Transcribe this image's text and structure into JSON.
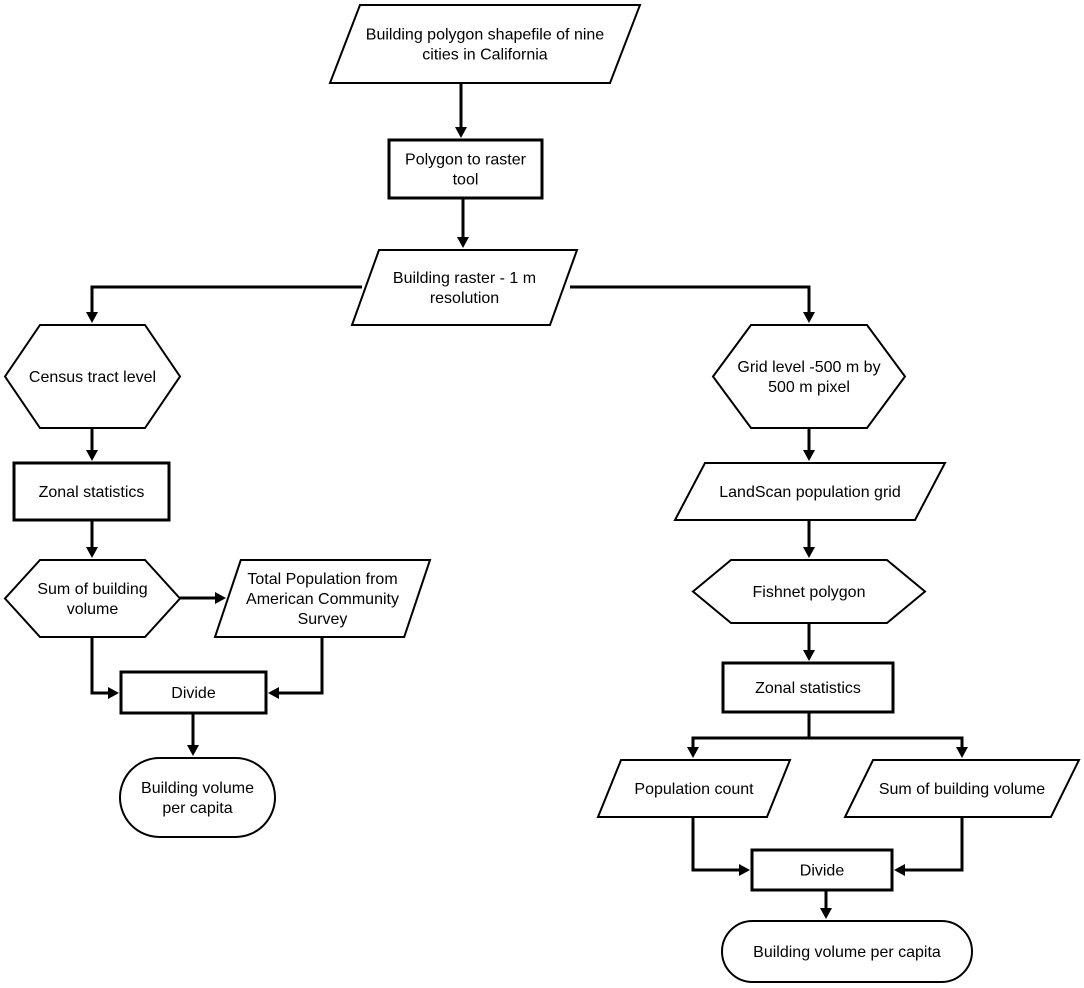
{
  "nodes": {
    "input_shapefile": {
      "shape": "parallelogram",
      "lines": [
        "Building polygon shapefile of nine",
        "cities in California"
      ]
    },
    "polygon_to_raster": {
      "shape": "process",
      "lines": [
        "Polygon to raster",
        "tool"
      ]
    },
    "building_raster": {
      "shape": "parallelogram",
      "lines": [
        "Building raster - 1 m",
        "resolution"
      ]
    },
    "census_tract_level": {
      "shape": "hexagon",
      "lines": [
        "Census tract level"
      ]
    },
    "zonal_statistics_left": {
      "shape": "process",
      "lines": [
        "Zonal statistics"
      ]
    },
    "sum_building_volume_left": {
      "shape": "hexagon",
      "lines": [
        "Sum of building",
        "volume"
      ]
    },
    "total_population_acs": {
      "shape": "parallelogram",
      "lines": [
        "Total Population from",
        "American Community",
        "Survey"
      ]
    },
    "divide_left": {
      "shape": "process",
      "lines": [
        "Divide"
      ]
    },
    "result_left": {
      "shape": "terminal",
      "lines": [
        "Building volume",
        "per capita"
      ]
    },
    "grid_level": {
      "shape": "hexagon",
      "lines": [
        "Grid level -500 m by",
        "500 m pixel"
      ]
    },
    "landscan_grid": {
      "shape": "parallelogram",
      "lines": [
        "LandScan population grid"
      ]
    },
    "fishnet_polygon": {
      "shape": "hexagon",
      "lines": [
        "Fishnet polygon"
      ]
    },
    "zonal_statistics_right": {
      "shape": "process",
      "lines": [
        "Zonal statistics"
      ]
    },
    "population_count": {
      "shape": "parallelogram",
      "lines": [
        "Population count"
      ]
    },
    "sum_building_volume_right": {
      "shape": "parallelogram",
      "lines": [
        "Sum of building volume"
      ]
    },
    "divide_right": {
      "shape": "process",
      "lines": [
        "Divide"
      ]
    },
    "result_right": {
      "shape": "terminal",
      "lines": [
        "Building volume per capita"
      ]
    }
  },
  "edges": [
    {
      "from": "input_shapefile",
      "to": "polygon_to_raster"
    },
    {
      "from": "polygon_to_raster",
      "to": "building_raster"
    },
    {
      "from": "building_raster",
      "to": "census_tract_level"
    },
    {
      "from": "building_raster",
      "to": "grid_level"
    },
    {
      "from": "census_tract_level",
      "to": "zonal_statistics_left"
    },
    {
      "from": "zonal_statistics_left",
      "to": "sum_building_volume_left"
    },
    {
      "from": "sum_building_volume_left",
      "to": "total_population_acs"
    },
    {
      "from": "sum_building_volume_left",
      "to": "divide_left"
    },
    {
      "from": "total_population_acs",
      "to": "divide_left"
    },
    {
      "from": "divide_left",
      "to": "result_left"
    },
    {
      "from": "grid_level",
      "to": "landscan_grid"
    },
    {
      "from": "landscan_grid",
      "to": "fishnet_polygon"
    },
    {
      "from": "fishnet_polygon",
      "to": "zonal_statistics_right"
    },
    {
      "from": "zonal_statistics_right",
      "to": "population_count"
    },
    {
      "from": "zonal_statistics_right",
      "to": "sum_building_volume_right"
    },
    {
      "from": "population_count",
      "to": "divide_right"
    },
    {
      "from": "sum_building_volume_right",
      "to": "divide_right"
    },
    {
      "from": "divide_right",
      "to": "result_right"
    }
  ]
}
